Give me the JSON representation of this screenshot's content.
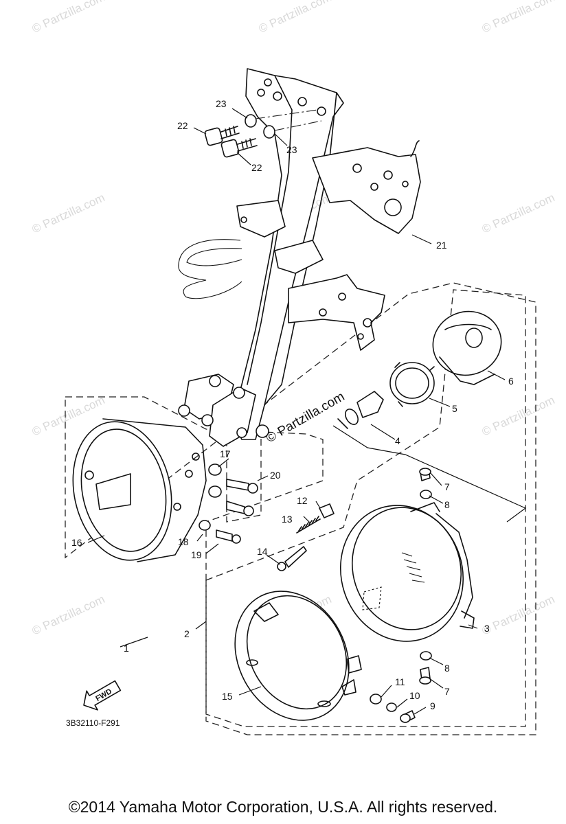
{
  "watermark": "© Partzilla.com",
  "stamp": "© Partzilla.com",
  "diagram_code": "3B32110-F291",
  "fwd_label": "FWD",
  "copyright": "©2014  Yamaha Motor Corporation, U.S.A. All rights reserved.",
  "callouts": {
    "c1": "1",
    "c2": "2",
    "c3": "3",
    "c4": "4",
    "c5": "5",
    "c6": "6",
    "c7a": "7",
    "c7b": "7",
    "c8a": "8",
    "c8b": "8",
    "c9": "9",
    "c10": "10",
    "c11": "11",
    "c12": "12",
    "c13": "13",
    "c14": "14",
    "c15": "15",
    "c16": "16",
    "c17": "17",
    "c18": "18",
    "c19": "19",
    "c20": "20",
    "c21": "21",
    "c22a": "22",
    "c22b": "22",
    "c23a": "23",
    "c23b": "23"
  }
}
